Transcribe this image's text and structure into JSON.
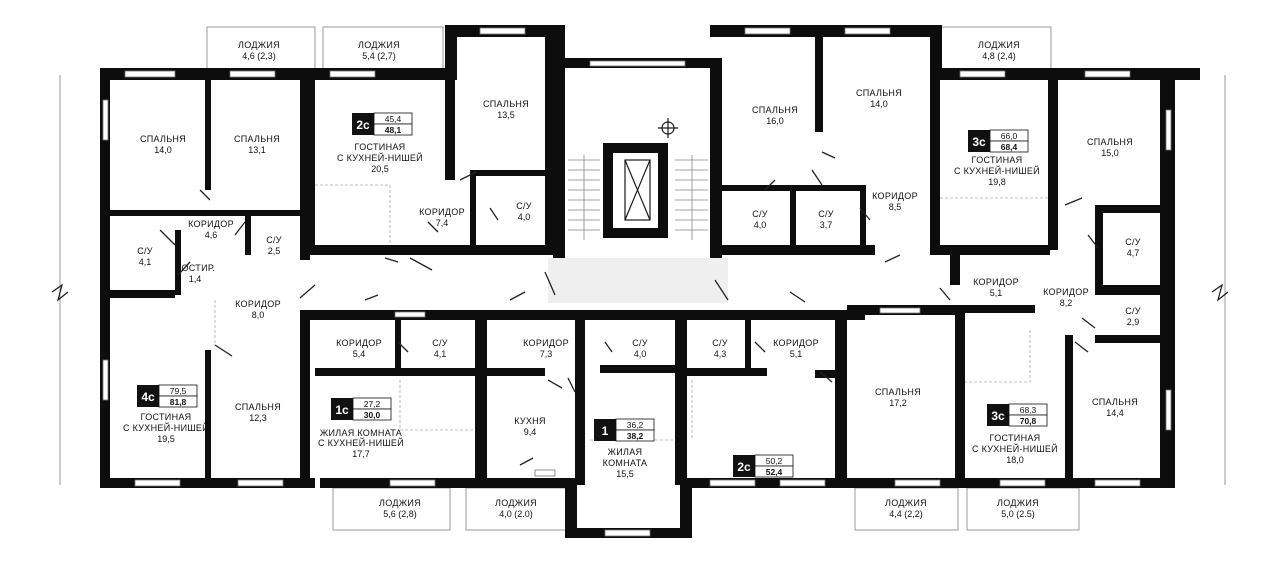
{
  "apartments": [
    {
      "rooms": "4с",
      "living": "79,5",
      "total": "81,8"
    },
    {
      "rooms": "2с",
      "living": "45,4",
      "total": "48,1"
    },
    {
      "rooms": "1с",
      "living": "27,2",
      "total": "30,0"
    },
    {
      "rooms": "1",
      "living": "36,2",
      "total": "38,2"
    },
    {
      "rooms": "2с",
      "living": "50,2",
      "total": "52,4"
    },
    {
      "rooms": "3с",
      "living": "66,0",
      "total": "68,4"
    },
    {
      "rooms": "3с",
      "living": "68,3",
      "total": "70,8"
    }
  ],
  "rooms": [
    {
      "name": "ЛОДЖИЯ",
      "area": "4,6 (2,3)"
    },
    {
      "name": "ЛОДЖИЯ",
      "area": "5,4 (2,7)"
    },
    {
      "name": "ЛОДЖИЯ",
      "area": "4,8 (2,4)"
    },
    {
      "name": "СПАЛЬНЯ",
      "area": "14,0"
    },
    {
      "name": "СПАЛЬНЯ",
      "area": "13,1"
    },
    {
      "name": "ГОСТИНАЯ",
      "name2": "С КУХНЕЙ-НИШЕЙ",
      "area": "20,5"
    },
    {
      "name": "СПАЛЬНЯ",
      "area": "13,5"
    },
    {
      "name": "КОРИДОР",
      "area": "4,6"
    },
    {
      "name": "С/У",
      "area": "4,1"
    },
    {
      "name": "С/У",
      "area": "2,5"
    },
    {
      "name": "ПОСТИР.",
      "area": "1,4"
    },
    {
      "name": "КОРИДОР",
      "area": "7,4"
    },
    {
      "name": "С/У",
      "area": "4,0"
    },
    {
      "name": "КОРИДОР",
      "area": "8,0"
    },
    {
      "name": "ГОСТИНАЯ",
      "name2": "С КУХНЕЙ-НИШЕЙ",
      "area": "19,5"
    },
    {
      "name": "СПАЛЬНЯ",
      "area": "12,3"
    },
    {
      "name": "КОРИДОР",
      "area": "5,4"
    },
    {
      "name": "С/У",
      "area": "4,1"
    },
    {
      "name": "ЖИЛАЯ КОМНАТА",
      "name2": "С КУХНЕЙ-НИШЕЙ",
      "area": "17,7"
    },
    {
      "name": "КОРИДОР",
      "area": "7,3"
    },
    {
      "name": "С/У",
      "area": "4,0"
    },
    {
      "name": "КУХНЯ",
      "area": "9,4"
    },
    {
      "name": "ЖИЛАЯ",
      "name2": "КОМНАТА",
      "area": "15,5"
    },
    {
      "name": "С/У",
      "area": "4,3"
    },
    {
      "name": "КОРИДОР",
      "area": "5,1"
    },
    {
      "name": "СПАЛЬНЯ",
      "area": "16,0"
    },
    {
      "name": "СПАЛЬНЯ",
      "area": "14,0"
    },
    {
      "name": "С/У",
      "area": "4,0"
    },
    {
      "name": "С/У",
      "area": "3,7"
    },
    {
      "name": "КОРИДОР",
      "area": "8,5"
    },
    {
      "name": "ГОСТИНАЯ",
      "name2": "С КУХНЕЙ-НИШЕЙ",
      "area": "19,8"
    },
    {
      "name": "СПАЛЬНЯ",
      "area": "15,0"
    },
    {
      "name": "С/У",
      "area": "4,7"
    },
    {
      "name": "КОРИДОР",
      "area": "5,1"
    },
    {
      "name": "КОРИДОР",
      "area": "8,2"
    },
    {
      "name": "С/У",
      "area": "2,9"
    },
    {
      "name": "СПАЛЬНЯ",
      "area": "17,2"
    },
    {
      "name": "ГОСТИНАЯ",
      "name2": "С КУХНЕЙ-НИШЕЙ",
      "area": "18,0"
    },
    {
      "name": "СПАЛЬНЯ",
      "area": "14,4"
    },
    {
      "name": "ЛОДЖИЯ",
      "area": "5,6 (2,8)"
    },
    {
      "name": "ЛОДЖИЯ",
      "area": "4,0 (2.0)"
    },
    {
      "name": "ЛОДЖИЯ",
      "area": "4,4 (2,2)"
    },
    {
      "name": "ЛОДЖИЯ",
      "area": "5,0 (2.5)"
    }
  ]
}
